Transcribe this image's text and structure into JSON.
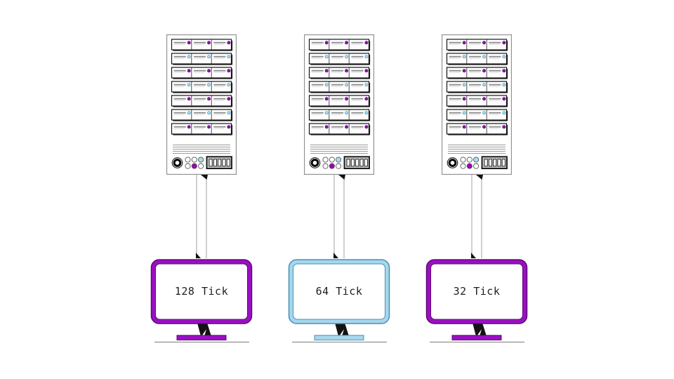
{
  "columns": [
    {
      "label": "128 Tick",
      "monitor_color": "purple"
    },
    {
      "label": "64 Tick",
      "monitor_color": "blue"
    },
    {
      "label": "32 Tick",
      "monitor_color": "purple"
    }
  ],
  "server": {
    "drive_rows": 7,
    "units_per_row": 3,
    "led_pattern": [
      "purple",
      "blue",
      "purple",
      "blue",
      "purple",
      "blue",
      "purple"
    ]
  },
  "colors": {
    "monitor_purple": "#9a10c2",
    "monitor_purple_edge": "#5e0877",
    "monitor_blue": "#a6d7ec",
    "monitor_blue_edge": "#4a8fb5",
    "led_purple": "#9a00bc",
    "led_purple_edge": "#55006b",
    "led_blue": "#aadcee",
    "led_blue_edge": "#4a8fb5"
  }
}
